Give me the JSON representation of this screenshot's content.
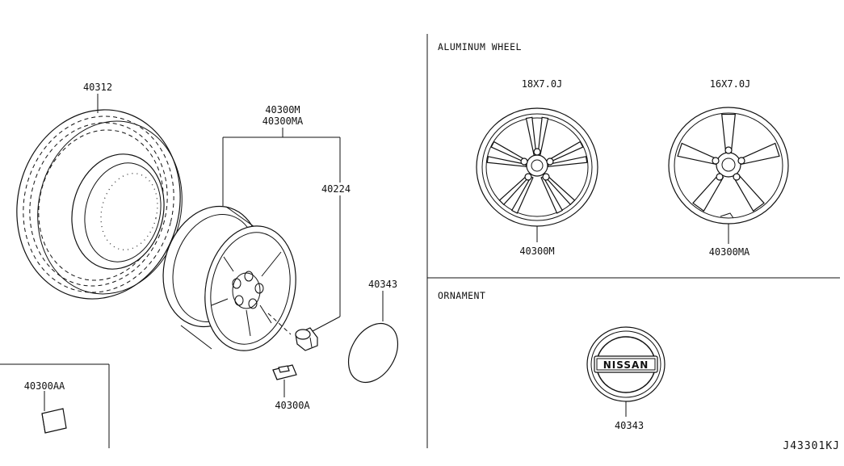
{
  "sections": {
    "aluminum_wheel": "ALUMINUM WHEEL",
    "ornament": "ORNAMENT"
  },
  "parts": {
    "tire": "40312",
    "wheel_m": "40300M",
    "wheel_ma": "40300MA",
    "lug_nut": "40224",
    "cap": "40343",
    "balance_weight": "40300A",
    "balance_weight_aa": "40300AA",
    "alu_wheel_m": "40300M",
    "alu_wheel_ma": "40300MA",
    "ornament": "40343"
  },
  "wheel_sizes": {
    "wheel_18": "18X7.0J",
    "wheel_16": "16X7.0J"
  },
  "emblem_text": "NISSAN",
  "diagram_code": "J43301KJ"
}
